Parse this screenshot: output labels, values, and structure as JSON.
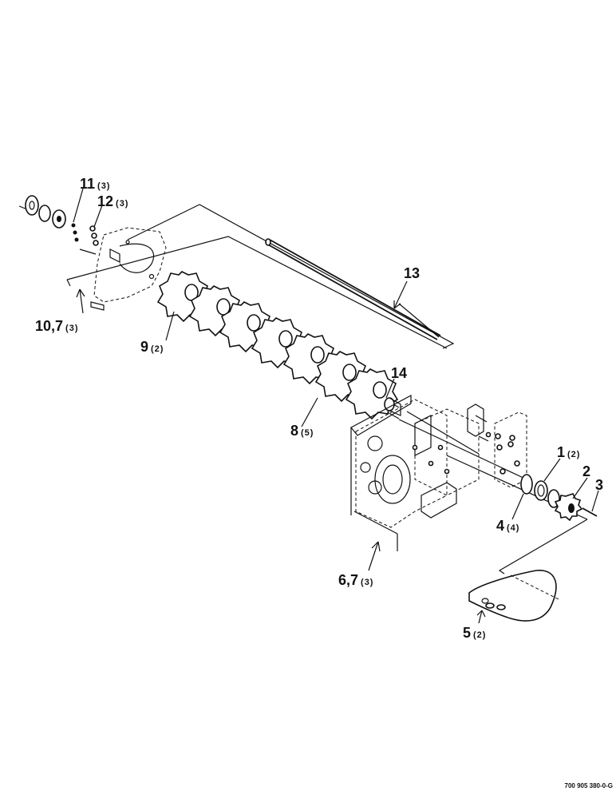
{
  "diagram": {
    "callouts": [
      {
        "id": "c11",
        "num": "11",
        "qty": "(3)"
      },
      {
        "id": "c12",
        "num": "12",
        "qty": "(3)"
      },
      {
        "id": "c10",
        "num": "10,7",
        "qty": "(3)"
      },
      {
        "id": "c13",
        "num": "13",
        "qty": ""
      },
      {
        "id": "c9",
        "num": "9",
        "qty": "(2)"
      },
      {
        "id": "c14",
        "num": "14",
        "qty": ""
      },
      {
        "id": "c8",
        "num": "8",
        "qty": "(5)"
      },
      {
        "id": "c1",
        "num": "1",
        "qty": "(2)"
      },
      {
        "id": "c2",
        "num": "2",
        "qty": ""
      },
      {
        "id": "c3",
        "num": "3",
        "qty": ""
      },
      {
        "id": "c4",
        "num": "4",
        "qty": "(4)"
      },
      {
        "id": "c6",
        "num": "6,7",
        "qty": "(3)"
      },
      {
        "id": "c5",
        "num": "5",
        "qty": "(2)"
      }
    ],
    "drawing_number": "700 905 380-0-G"
  }
}
